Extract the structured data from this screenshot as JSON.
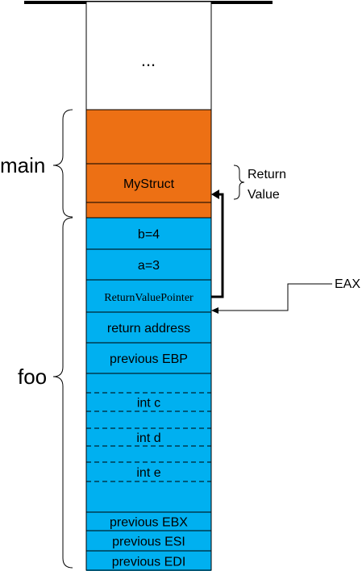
{
  "stack_diagram": {
    "top_cell": {
      "label": "..."
    },
    "regions": [
      {
        "label": "main",
        "color": "#ED7014"
      },
      {
        "label": "foo",
        "color": "#00B0F0"
      }
    ],
    "return_value": {
      "label_line1": "Return",
      "label_line2": "Value"
    },
    "eax": {
      "label": "EAX"
    },
    "cells": [
      {
        "label": "",
        "region": "main"
      },
      {
        "label": "MyStruct",
        "region": "main"
      },
      {
        "label": "",
        "region": "main"
      },
      {
        "label": "b=4",
        "region": "foo"
      },
      {
        "label": "a=3",
        "region": "foo"
      },
      {
        "label": "ReturnValuePointer",
        "region": "foo"
      },
      {
        "label": "return address",
        "region": "foo"
      },
      {
        "label": "previous EBP",
        "region": "foo"
      },
      {
        "label": "",
        "region": "foo"
      },
      {
        "label": "int c",
        "region": "foo"
      },
      {
        "label": "",
        "region": "foo"
      },
      {
        "label": "int d",
        "region": "foo"
      },
      {
        "label": "",
        "region": "foo"
      },
      {
        "label": "int e",
        "region": "foo"
      },
      {
        "label": "",
        "region": "foo"
      },
      {
        "label": "previous EBX",
        "region": "foo"
      },
      {
        "label": "previous ESI",
        "region": "foo"
      },
      {
        "label": "previous EDI",
        "region": "foo"
      }
    ]
  }
}
